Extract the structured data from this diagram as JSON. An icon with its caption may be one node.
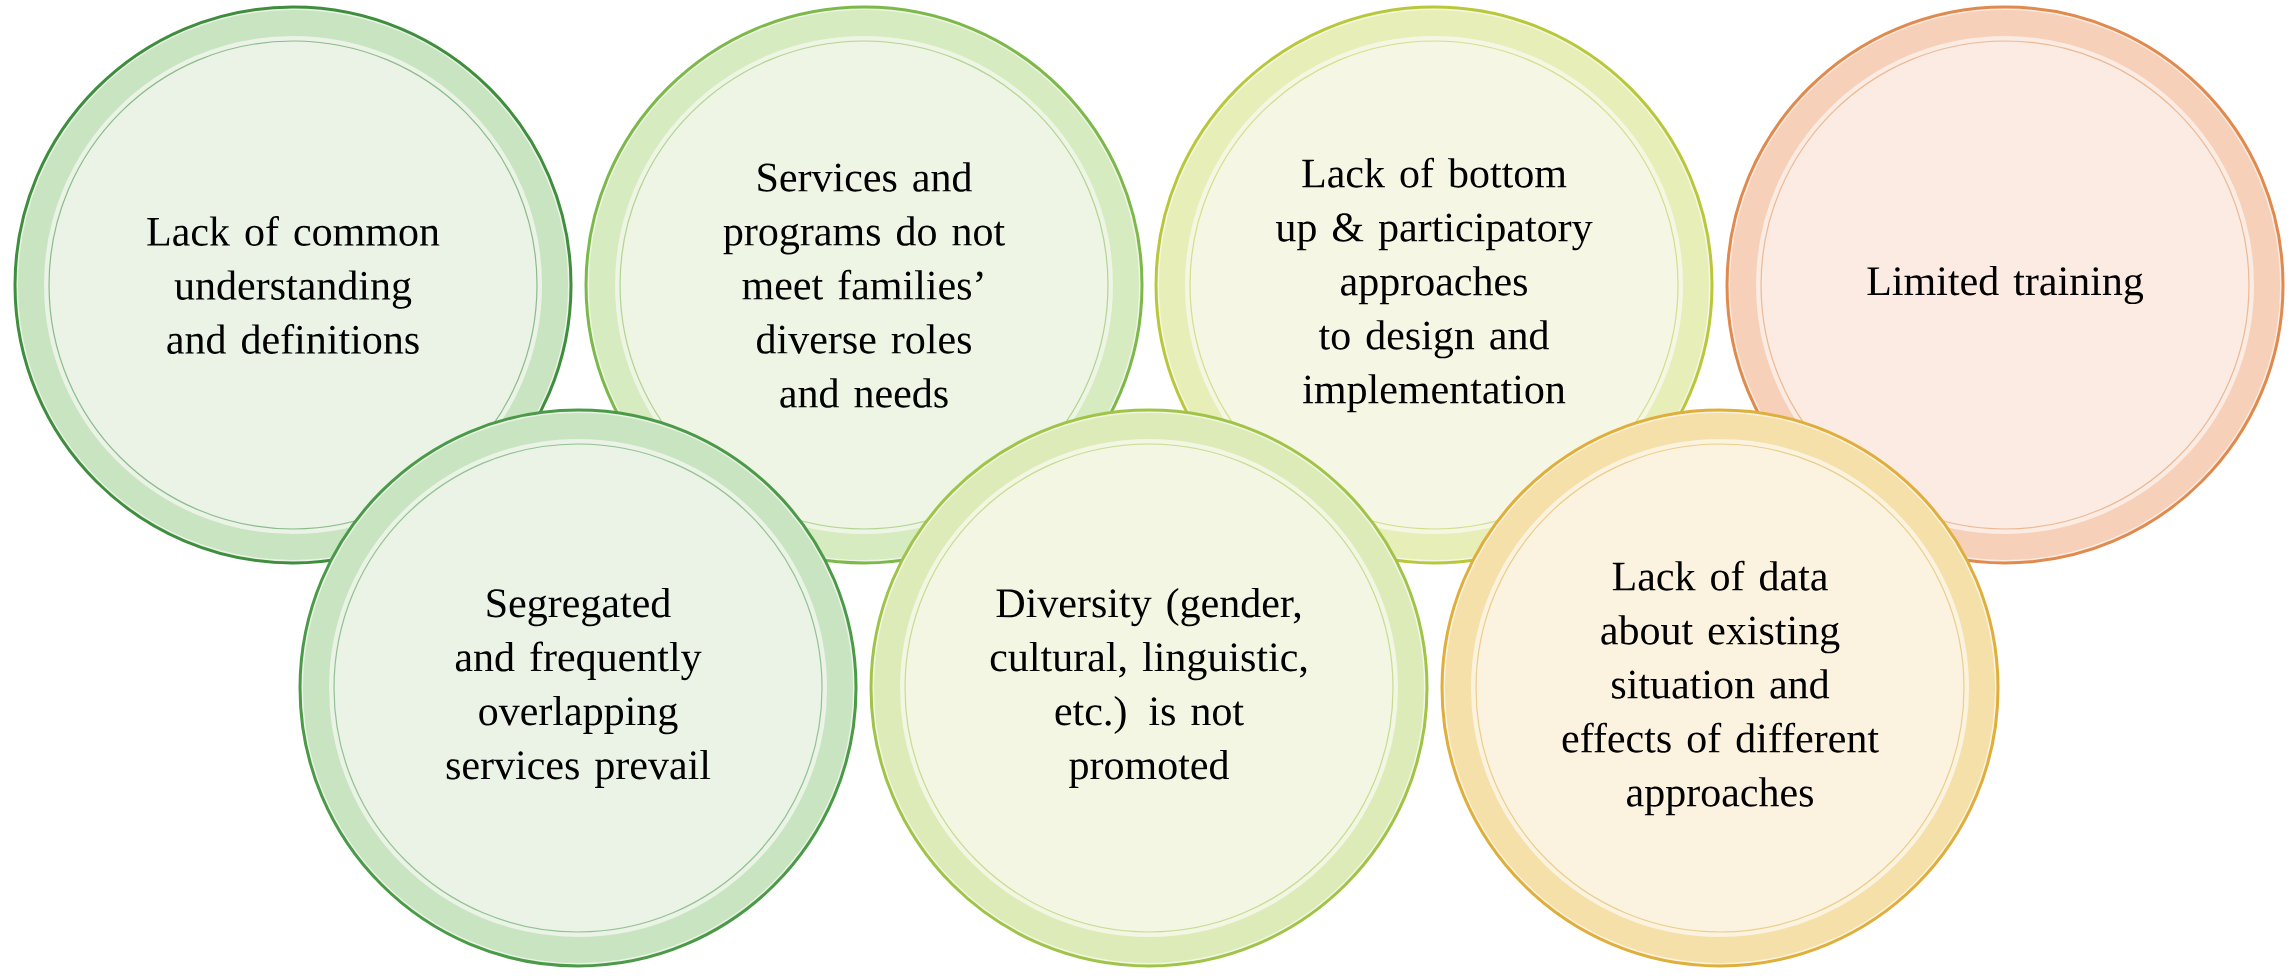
{
  "diagram": {
    "nodes": [
      {
        "text": [
          "Lack of common understanding and definitions"
        ]
      },
      {
        "text": [
          "Services and programs do not meet families’ diverse roles and needs"
        ]
      },
      {
        "text": [
          "Lack of bottom up & participatory approaches to design and implementation"
        ]
      },
      {
        "text": [
          "Limited training"
        ]
      },
      {
        "text": [
          "Segregated and frequently overlapping services prevail"
        ]
      },
      {
        "text": [
          "Diversity (gender, cultural, linguistic, etc.) is not promoted"
        ]
      },
      {
        "text": [
          "Lack of data about existing situation and effects of different approaches"
        ]
      }
    ]
  }
}
